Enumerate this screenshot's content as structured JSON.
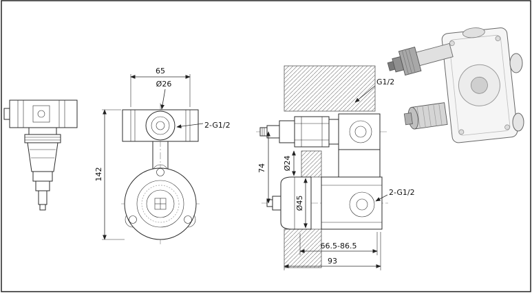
{
  "title": "concealed-shower-valve-technical-drawing",
  "labels": {
    "dim_width_65": "65",
    "dim_dia_26": "Ø26",
    "thread_front": "2-G1/2",
    "dim_height_142": "142",
    "thread_top": "G1/2",
    "dim_offset_74": "74",
    "dim_dia_24": "Ø24",
    "dim_dia_45": "Ø45",
    "thread_bottom": "2-G1/2",
    "dim_range": "66.5-86.5",
    "dim_total_93": "93"
  }
}
